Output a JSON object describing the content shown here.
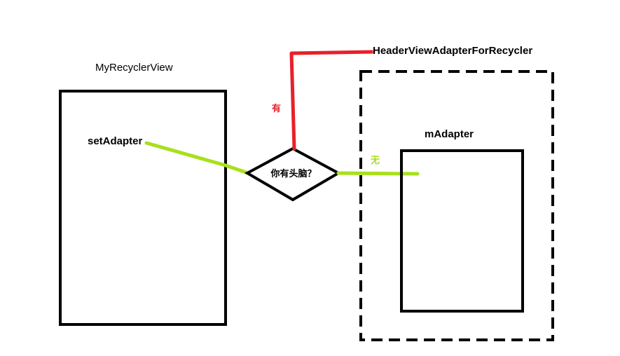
{
  "diagram": {
    "left_box_label": "MyRecyclerView",
    "left_box_method": "setAdapter",
    "decision_label": "你有头脑？",
    "yes_label": "有",
    "no_label": "无",
    "header_adapter_label": "HeaderViewAdapterForRecycler",
    "inner_adapter_label": "mAdapter"
  },
  "colors": {
    "yes_line": "#e8202a",
    "no_line": "#a8e01c",
    "shape_stroke": "#000000"
  }
}
